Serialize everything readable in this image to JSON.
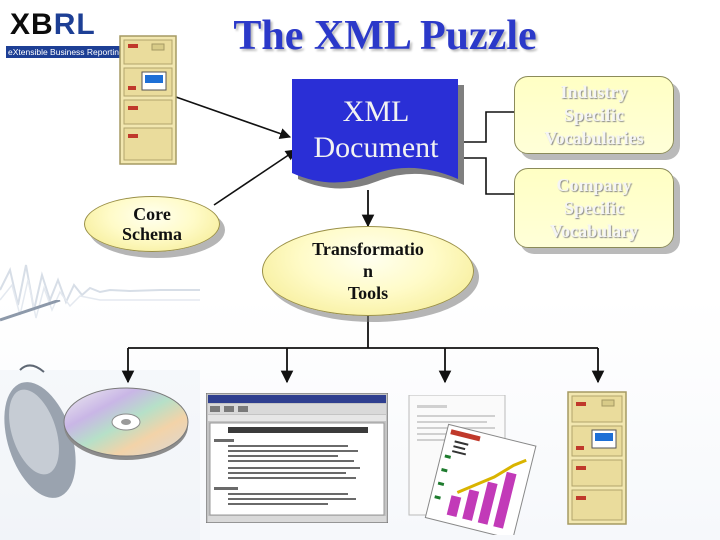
{
  "logo": {
    "word_xb": "XB",
    "word_rl": "RL",
    "tagline": "eXtensible Business Reporting Lan"
  },
  "title": "The XML Puzzle",
  "document": {
    "line1": "XML",
    "line2": "Document"
  },
  "core_schema": {
    "line1": "Core",
    "line2": "Schema"
  },
  "transformation_tools": {
    "line1": "Transformatio",
    "line2": "n",
    "line3": "Tools"
  },
  "industry_vocab": {
    "line1": "Industry",
    "line2": "Specific",
    "line3": "Vocabularies"
  },
  "company_vocab": {
    "line1": "Company",
    "line2": "Specific",
    "line3": "Vocabulary"
  },
  "outputs": [
    "cd-disc",
    "web-page",
    "printed-report",
    "server"
  ],
  "colors": {
    "title": "#2b39c9",
    "document_fill": "#2a2fd6",
    "ellipse_fill": "#fffbc8",
    "box_fill": "#ffffc4",
    "server_beige": "#f2e7b0"
  }
}
